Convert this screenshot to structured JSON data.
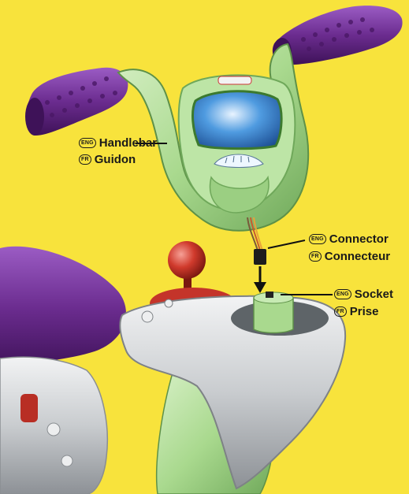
{
  "background_color": "#F8E33C",
  "colors": {
    "grip_purple": "#6B2C8F",
    "frame_green": "#A9D98E",
    "body_silver": "#C9CCCF",
    "knob_red": "#D03A2C"
  },
  "callouts": {
    "handlebar": {
      "lang_en": "ENG",
      "text_en": "Handlebar",
      "lang_fr": "FR",
      "text_fr": "Guidon"
    },
    "connector": {
      "lang_en": "ENG",
      "text_en": "Connector",
      "lang_fr": "FR",
      "text_fr": "Connecteur"
    },
    "socket": {
      "lang_en": "ENG",
      "text_en": "Socket",
      "lang_fr": "FR",
      "text_fr": "Prise"
    }
  }
}
